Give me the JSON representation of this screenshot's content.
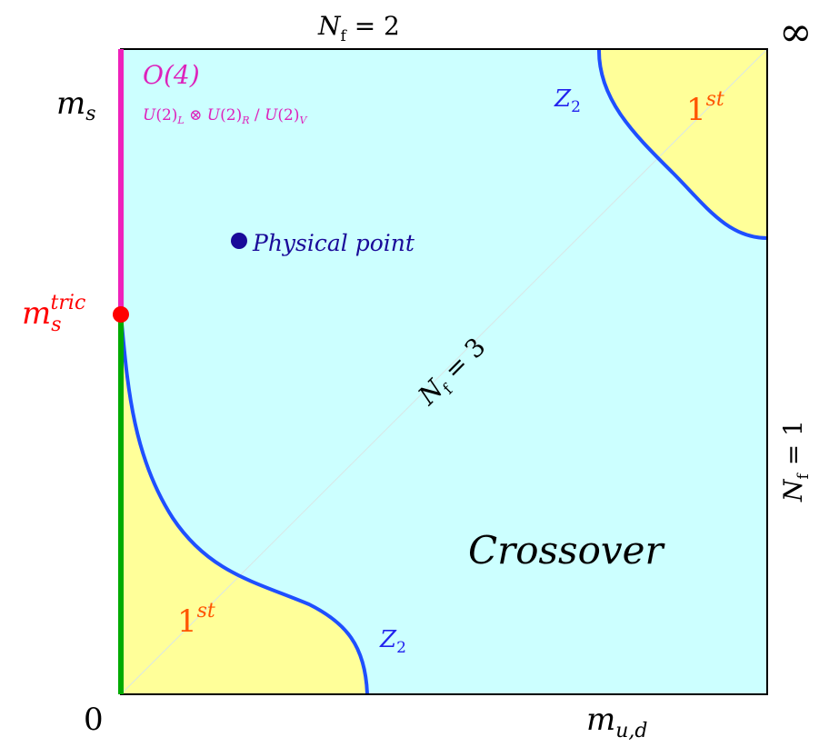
{
  "labels": {
    "top_nf": {
      "N": "N",
      "sub": "f",
      "rel": " = 2"
    },
    "right_nf": {
      "N": "N",
      "sub": "f",
      "rel": " = 1"
    },
    "diag_nf": {
      "N": "N",
      "sub": "f",
      "rel": " = 3"
    },
    "infinity": "∞",
    "zero": "0",
    "ms": {
      "base": "m",
      "sub": "s"
    },
    "ms_tric": {
      "base": "m",
      "sub": "s",
      "sup": "tric"
    },
    "mud": {
      "base": "m",
      "sub": "u,d"
    },
    "o4": "O(4)",
    "symmetry": "U(2)_L ⊗ U(2)_R / U(2)_V",
    "symmetry_parts": {
      "a": "U",
      "b": "(2)",
      "sub1": "L",
      "op": " ⊗ ",
      "c": "U",
      "d": "(2)",
      "sub2": "R",
      "slash": " / ",
      "e": "U",
      "f": "(2)",
      "sub3": "V"
    },
    "physical_point": "Physical point",
    "z2_top": {
      "base": "Z",
      "sub": "2"
    },
    "z2_bottom": {
      "base": "Z",
      "sub": "2"
    },
    "first_top": {
      "base": "1",
      "sup": "st"
    },
    "first_bottom": {
      "base": "1",
      "sup": "st"
    },
    "crossover": "Crossover"
  },
  "colors": {
    "crossover_fill": "#ccffff",
    "first_order_fill": "#ffff99",
    "z2_line": "#1f4fff",
    "o4_line": "#ee22bb",
    "tricritical_line": "#00aa00",
    "tricritical_point": "#ff0000",
    "physical_point": "#1a0a99",
    "first_order_text": "#ff5500",
    "z2_text": "#2222ee",
    "o4_text": "#dd22bb",
    "axis": "#000000",
    "diagonal": "#d9e6e6"
  }
}
